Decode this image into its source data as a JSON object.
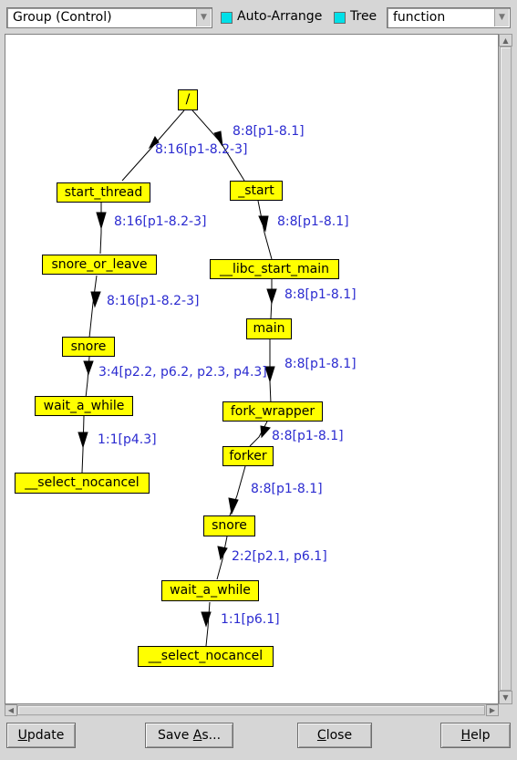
{
  "toolbar": {
    "group_select": "Group (Control)",
    "auto_arrange": {
      "label": "Auto-Arrange",
      "checked": true
    },
    "tree": {
      "label": "Tree",
      "checked": true
    },
    "view_select": "function"
  },
  "graph": {
    "nodes": [
      {
        "id": "root",
        "label": "/"
      },
      {
        "id": "start_thread",
        "label": "start_thread"
      },
      {
        "id": "_start",
        "label": "_start"
      },
      {
        "id": "snore_or_leave",
        "label": "snore_or_leave"
      },
      {
        "id": "libc_start_main",
        "label": "__libc_start_main"
      },
      {
        "id": "snore_left",
        "label": "snore"
      },
      {
        "id": "main",
        "label": "main"
      },
      {
        "id": "wait_left",
        "label": "wait_a_while"
      },
      {
        "id": "fork_wrapper",
        "label": "fork_wrapper"
      },
      {
        "id": "select_left",
        "label": "__select_nocancel"
      },
      {
        "id": "forker",
        "label": "forker"
      },
      {
        "id": "snore_right",
        "label": "snore"
      },
      {
        "id": "wait_right",
        "label": "wait_a_while"
      },
      {
        "id": "select_right",
        "label": "__select_nocancel"
      }
    ],
    "edges": [
      {
        "from": "root",
        "to": "start_thread",
        "label": "8:16[p1-8.2-3]"
      },
      {
        "from": "root",
        "to": "_start",
        "label": "8:8[p1-8.1]"
      },
      {
        "from": "start_thread",
        "to": "snore_or_leave",
        "label": "8:16[p1-8.2-3]"
      },
      {
        "from": "_start",
        "to": "libc_start_main",
        "label": "8:8[p1-8.1]"
      },
      {
        "from": "snore_or_leave",
        "to": "snore_left",
        "label": "8:16[p1-8.2-3]"
      },
      {
        "from": "libc_start_main",
        "to": "main",
        "label": "8:8[p1-8.1]"
      },
      {
        "from": "snore_left",
        "to": "wait_left",
        "label": "3:4[p2.2, p6.2, p2.3, p4.3]"
      },
      {
        "from": "main",
        "to": "fork_wrapper",
        "label": "8:8[p1-8.1]"
      },
      {
        "from": "wait_left",
        "to": "select_left",
        "label": "1:1[p4.3]"
      },
      {
        "from": "fork_wrapper",
        "to": "forker",
        "label": "8:8[p1-8.1]"
      },
      {
        "from": "forker",
        "to": "snore_right",
        "label": "8:8[p1-8.1]"
      },
      {
        "from": "snore_right",
        "to": "wait_right",
        "label": "2:2[p2.1, p6.1]"
      },
      {
        "from": "wait_right",
        "to": "select_right",
        "label": "1:1[p6.1]"
      }
    ]
  },
  "buttons": {
    "update": {
      "mnemonic": "U",
      "rest": "pdate"
    },
    "save_as": {
      "pre": "Save ",
      "mnemonic": "A",
      "rest": "s..."
    },
    "close": {
      "mnemonic": "C",
      "rest": "lose"
    },
    "help": {
      "mnemonic": "H",
      "rest": "elp"
    }
  },
  "colors": {
    "node_fill": "#ffff00",
    "edge_label": "#2b2bd0",
    "checkbox": "#00e0e8"
  }
}
